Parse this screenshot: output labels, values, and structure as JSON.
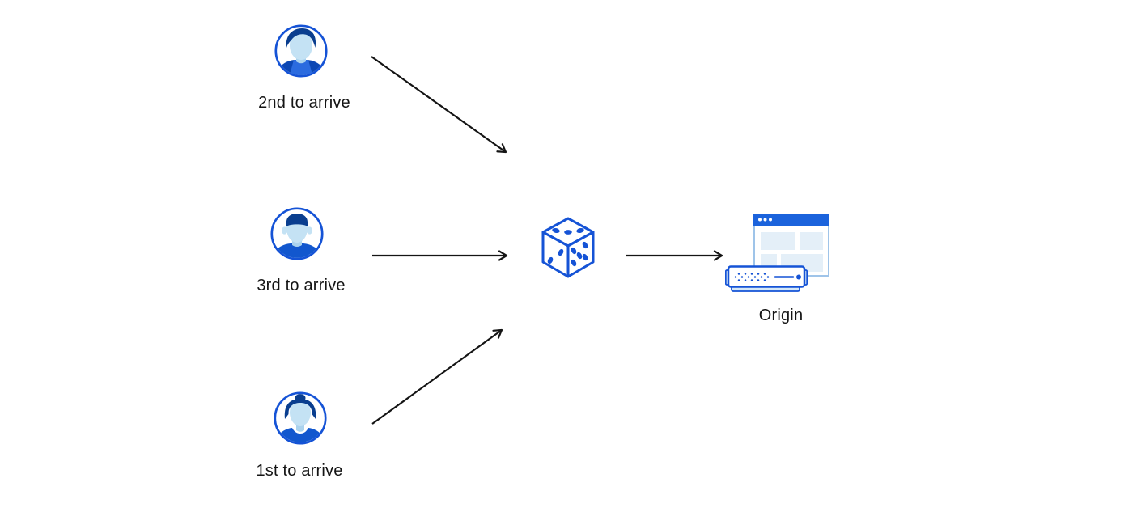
{
  "colors": {
    "background": "#FFFFFF",
    "accent_blue": "#1553D6",
    "title_bar_blue": "#1B63DC",
    "navy_hair": "#0A3E8F",
    "face_blue": "#C4E2F4",
    "neck_blue": "#ABD3EE",
    "shirt_blue": "#1257CE",
    "shirt_dark": "#0C47B4",
    "shirt_light": "#2B6BDF",
    "panel_light": "#E4EFF8",
    "window_border": "#9FC4E9",
    "server_cap": "#D6E9F8",
    "arrow_black": "#141414",
    "text_color": "#141414"
  },
  "nodes": {
    "user_second": {
      "label": "2nd to arrive",
      "icon": "male-user-avatar-icon"
    },
    "user_third": {
      "label": "3rd to arrive",
      "icon": "male-user-avatar-icon"
    },
    "user_first": {
      "label": "1st to arrive",
      "icon": "female-user-avatar-icon"
    },
    "randomizer": {
      "icon": "dice-icon"
    },
    "origin": {
      "label": "Origin",
      "icon": "origin-server-browser-icon"
    }
  },
  "edges": [
    {
      "from": "user_second",
      "to": "randomizer",
      "style": "arrow"
    },
    {
      "from": "user_third",
      "to": "randomizer",
      "style": "arrow"
    },
    {
      "from": "user_first",
      "to": "randomizer",
      "style": "arrow"
    },
    {
      "from": "randomizer",
      "to": "origin",
      "style": "arrow"
    }
  ]
}
